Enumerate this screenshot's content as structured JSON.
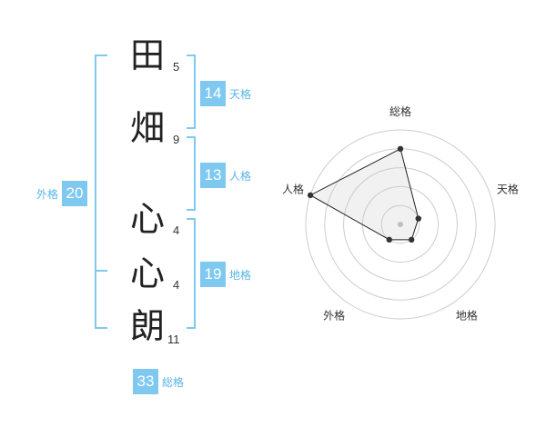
{
  "characters": [
    {
      "char": "田",
      "strokes": "5"
    },
    {
      "char": "畑",
      "strokes": "9"
    },
    {
      "char": "心",
      "strokes": "4"
    },
    {
      "char": "心",
      "strokes": "4"
    },
    {
      "char": "朗",
      "strokes": "11"
    }
  ],
  "fortunes": {
    "tenkaku": {
      "value": "14",
      "label": "天格"
    },
    "jinkaku": {
      "value": "13",
      "label": "人格"
    },
    "chikaku": {
      "value": "19",
      "label": "地格"
    },
    "gaikaku": {
      "value": "20",
      "label": "外格"
    },
    "soukaku": {
      "value": "33",
      "label": "総格"
    }
  },
  "colors": {
    "accent": "#7fc9f1",
    "label": "#5ab4e6"
  },
  "chart_data": {
    "type": "radar",
    "axes": [
      "総格",
      "天格",
      "地格",
      "外格",
      "人格"
    ],
    "values": [
      4,
      1,
      1,
      1,
      5
    ],
    "max": 5,
    "grid": true
  }
}
